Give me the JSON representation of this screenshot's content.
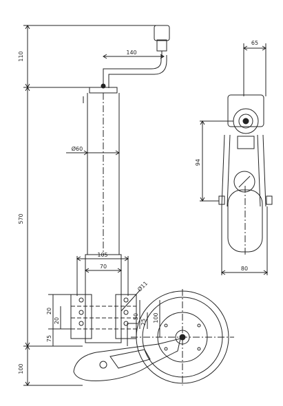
{
  "drawing": {
    "type": "technical drawing",
    "views": [
      "side-view",
      "front-view"
    ]
  },
  "dimensions": {
    "handle_height": "110",
    "crank_reach": "140",
    "tube_diameter": "Ø60",
    "total_height": "570",
    "clamp_width_outer": "105",
    "clamp_width_inner": "70",
    "bolt_hole": "Ø11",
    "clamp_pitch_a": "20",
    "clamp_pitch_b": "20",
    "pitch_50": "50",
    "pitch_25": "25",
    "bracket_75": "75",
    "wheel_hub": "100",
    "foot_height": "100",
    "top_width": "65",
    "front_height": "94",
    "wheel_width": "80"
  }
}
